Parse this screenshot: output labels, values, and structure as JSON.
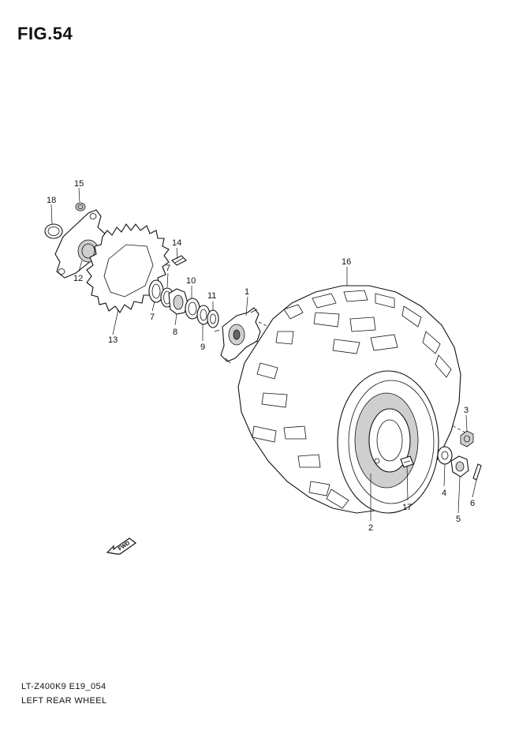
{
  "figure": {
    "title": "FIG.54",
    "model_code": "LT-Z400K9 E19_054",
    "name": "LEFT REAR WHEEL"
  },
  "direction_marker": {
    "label": "FWD",
    "icon": "forward-arrow-icon"
  },
  "callouts": {
    "c1": "1",
    "c2": "2",
    "c3": "3",
    "c4": "4",
    "c5": "5",
    "c6": "6",
    "c7a": "7",
    "c7b": "7",
    "c8": "8",
    "c9": "9",
    "c10": "10",
    "c11": "11",
    "c12": "12",
    "c13": "13",
    "c14": "14",
    "c15": "15",
    "c16": "16",
    "c17": "17",
    "c18": "18"
  }
}
